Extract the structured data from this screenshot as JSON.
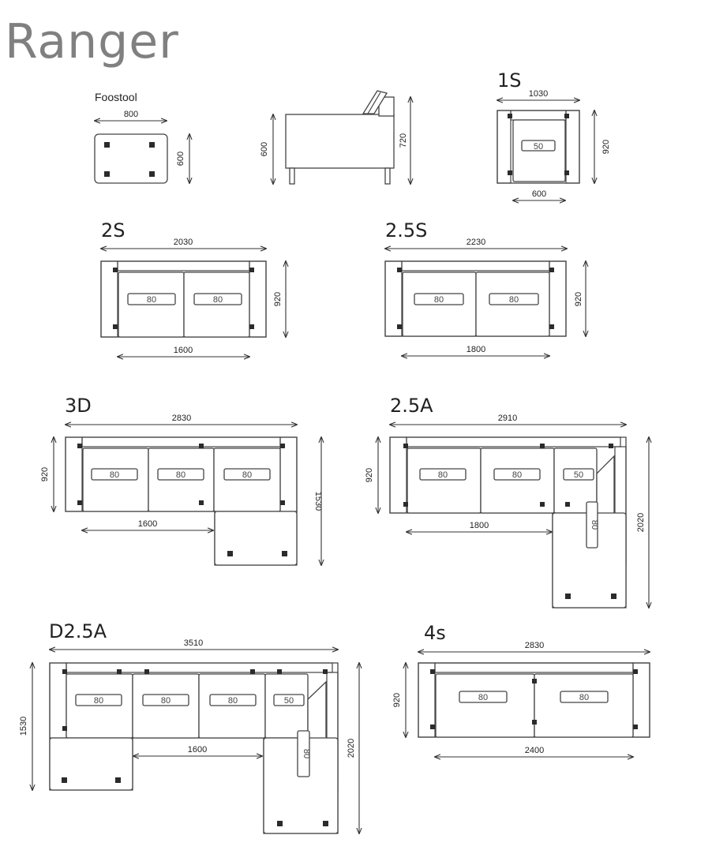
{
  "title": "Ranger",
  "footstool": {
    "label": "Foostool",
    "width": "800",
    "depth": "600"
  },
  "side": {
    "seat_height": "600",
    "back_height": "720"
  },
  "s1": {
    "label": "1S",
    "width": "1030",
    "seat_width": "600",
    "depth": "920",
    "cushion": "50"
  },
  "s2": {
    "label": "2S",
    "width": "2030",
    "seat_width": "1600",
    "depth": "920",
    "cushions": [
      "80",
      "80"
    ]
  },
  "s25": {
    "label": "2.5S",
    "width": "2230",
    "seat_width": "1800",
    "depth": "920",
    "cushions": [
      "80",
      "80"
    ]
  },
  "d3": {
    "label": "3D",
    "width": "2830",
    "seat_width": "1600",
    "depth": "920",
    "chaise_depth": "1530",
    "cushions": [
      "80",
      "80",
      "80"
    ]
  },
  "a25": {
    "label": "2.5A",
    "width": "2910",
    "seat_width": "1800",
    "depth": "920",
    "corner_depth": "2020",
    "cushions": [
      "80",
      "80",
      "50"
    ],
    "side_cushion": "80"
  },
  "d25a": {
    "label": "D2.5A",
    "width": "3510",
    "seat_width": "1600",
    "left_depth": "1530",
    "right_depth": "2020",
    "cushions": [
      "80",
      "80",
      "80",
      "50"
    ],
    "side_cushion": "80"
  },
  "s4": {
    "label": "4s",
    "width": "2830",
    "seat_width": "2400",
    "depth": "920",
    "cushions": [
      "80",
      "80"
    ]
  }
}
